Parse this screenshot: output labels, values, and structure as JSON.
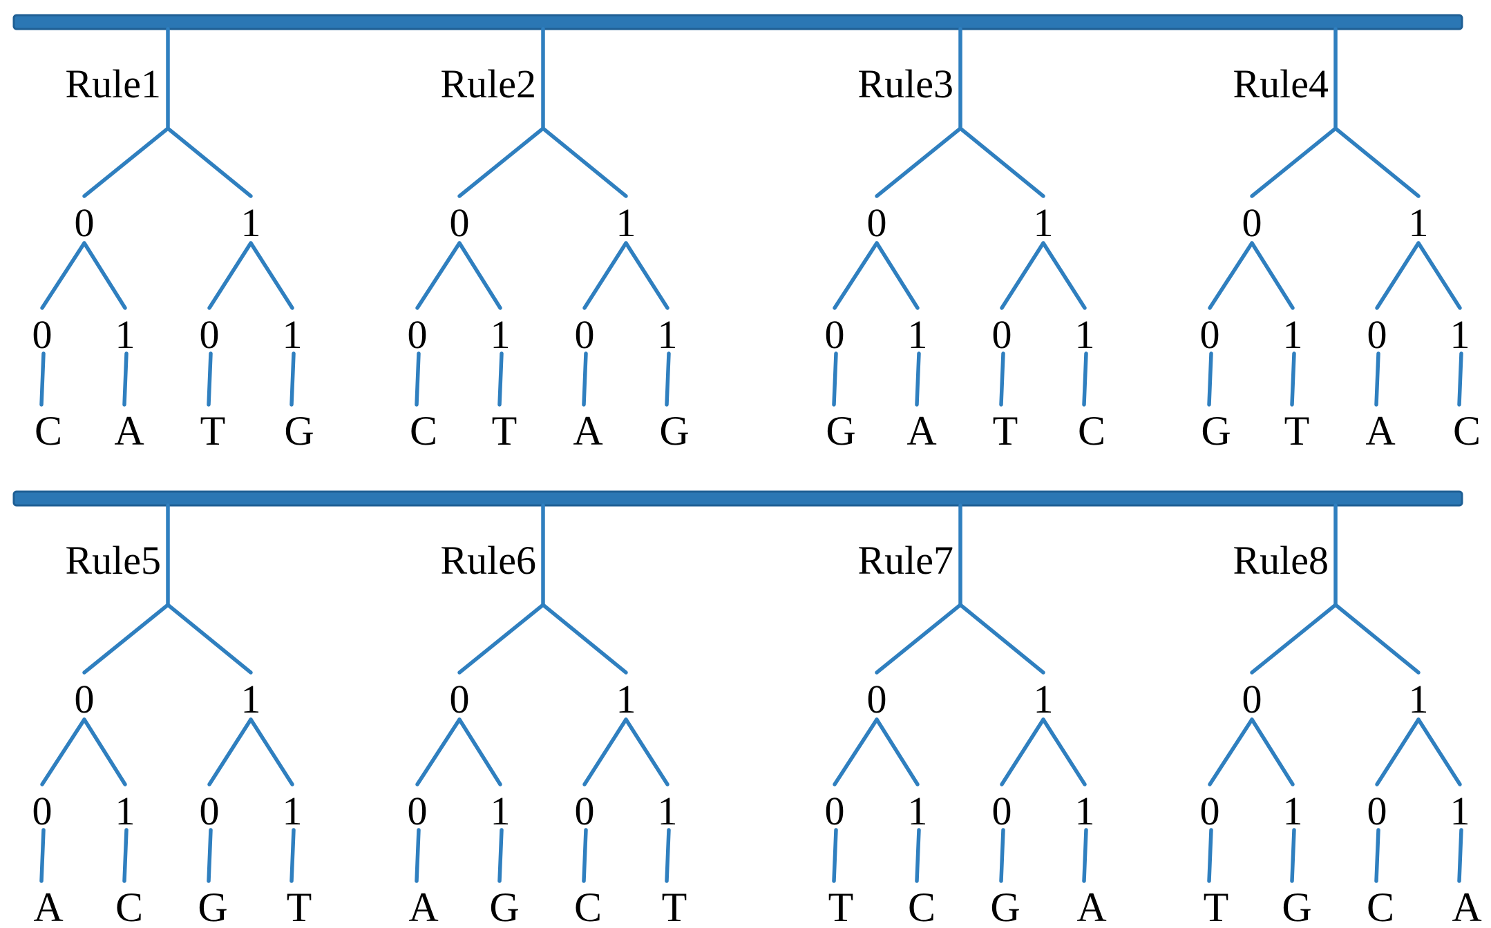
{
  "rows": [
    {
      "rules": [
        {
          "label": "Rule1",
          "level1": [
            "0",
            "1"
          ],
          "level2": [
            "0",
            "1",
            "0",
            "1"
          ],
          "bases": [
            "C",
            "A",
            "T",
            "G"
          ]
        },
        {
          "label": "Rule2",
          "level1": [
            "0",
            "1"
          ],
          "level2": [
            "0",
            "1",
            "0",
            "1"
          ],
          "bases": [
            "C",
            "T",
            "A",
            "G"
          ]
        },
        {
          "label": "Rule3",
          "level1": [
            "0",
            "1"
          ],
          "level2": [
            "0",
            "1",
            "0",
            "1"
          ],
          "bases": [
            "G",
            "A",
            "T",
            "C"
          ]
        },
        {
          "label": "Rule4",
          "level1": [
            "0",
            "1"
          ],
          "level2": [
            "0",
            "1",
            "0",
            "1"
          ],
          "bases": [
            "G",
            "T",
            "A",
            "C"
          ]
        }
      ]
    },
    {
      "rules": [
        {
          "label": "Rule5",
          "level1": [
            "0",
            "1"
          ],
          "level2": [
            "0",
            "1",
            "0",
            "1"
          ],
          "bases": [
            "A",
            "C",
            "G",
            "T"
          ]
        },
        {
          "label": "Rule6",
          "level1": [
            "0",
            "1"
          ],
          "level2": [
            "0",
            "1",
            "0",
            "1"
          ],
          "bases": [
            "A",
            "G",
            "C",
            "T"
          ]
        },
        {
          "label": "Rule7",
          "level1": [
            "0",
            "1"
          ],
          "level2": [
            "0",
            "1",
            "0",
            "1"
          ],
          "bases": [
            "T",
            "C",
            "G",
            "A"
          ]
        },
        {
          "label": "Rule8",
          "level1": [
            "0",
            "1"
          ],
          "level2": [
            "0",
            "1",
            "0",
            "1"
          ],
          "bases": [
            "T",
            "G",
            "C",
            "A"
          ]
        }
      ]
    }
  ],
  "colors": {
    "bar": "#2b77b4",
    "edge": "#2f7fbf",
    "text": "#000000"
  }
}
